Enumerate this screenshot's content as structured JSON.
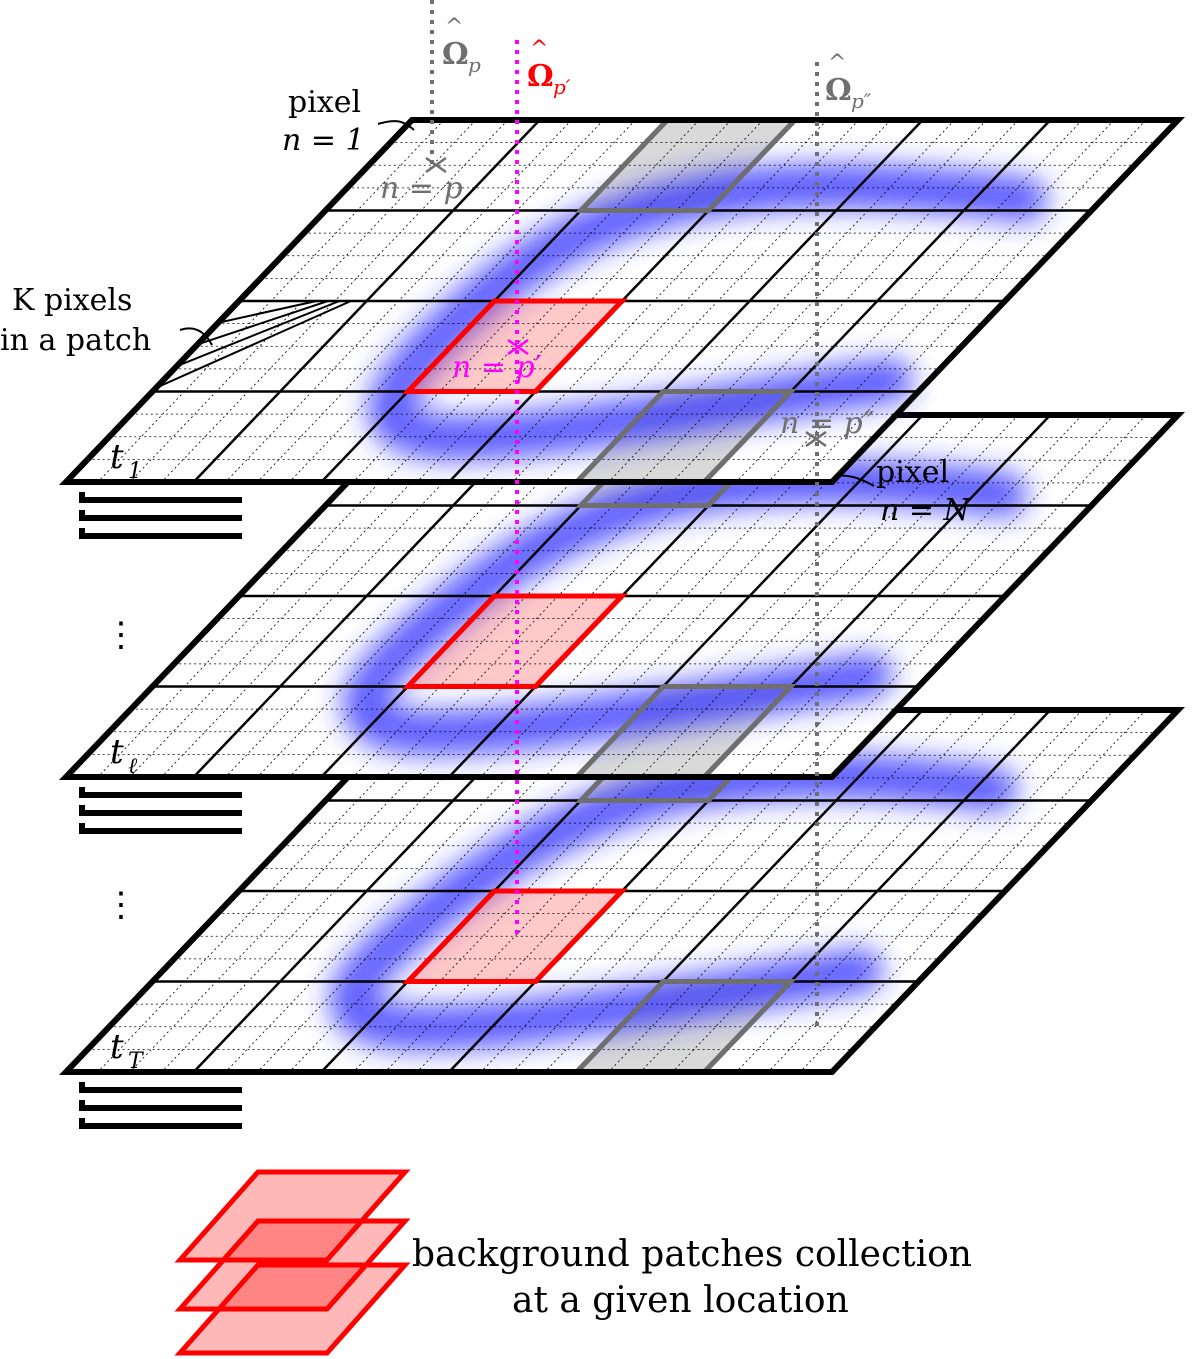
{
  "colors": {
    "frame": "#000000",
    "gray_patch_fill": "#d9d9d9",
    "gray_patch_stroke": "#6f6f6f",
    "red_patch_fill": "#ffb0b0",
    "red_patch_stroke": "#ff0000",
    "blue_blob": "#2828ff",
    "dotted_grid": "#000000",
    "magenta_ray": "#ff00ff",
    "gray_ray": "#6f6f6f",
    "background": "#ffffff"
  },
  "rays": {
    "omega_p": {
      "symbol": "Ω",
      "sub": "p"
    },
    "omega_pp": {
      "symbol": "Ω",
      "sub": "p′"
    },
    "omega_ppp": {
      "symbol": "Ω",
      "sub": "p″"
    }
  },
  "labels": {
    "pixel_first_word": "pixel",
    "pixel_first_eq": "n = 1",
    "pixel_last_word": "pixel",
    "pixel_last_eq": "n = N",
    "k_pixels_line1": "K pixels",
    "k_pixels_line2": "in a patch",
    "patch_p": "n = p",
    "patch_pp": "n = p′",
    "patch_ppp": "n = p″",
    "ellipsis_1": "⋮",
    "ellipsis_2": "⋮"
  },
  "frames": [
    {
      "id": "t1",
      "label": "t",
      "sub": "1"
    },
    {
      "id": "tl",
      "label": "t",
      "sub": "ℓ"
    },
    {
      "id": "tT",
      "label": "t",
      "sub": "T"
    }
  ],
  "legend": {
    "line1": "background patches collection",
    "line2": "at a given location"
  }
}
